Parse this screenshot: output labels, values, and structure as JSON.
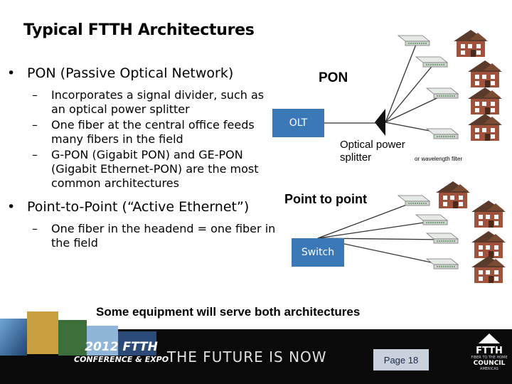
{
  "title": "Typical FTTH Architectures",
  "bullets": [
    {
      "text": "PON (Passive Optical Network)",
      "subs": [
        "Incorporates a signal divider, such as an optical power splitter",
        "One fiber at the central office feeds many fibers in the field",
        "G-PON (Gigabit PON) and GE-PON (Gigabit Ethernet-PON) are the most common architectures"
      ]
    },
    {
      "text": "Point-to-Point (“Active Ethernet”)",
      "subs": [
        "One fiber in the headend = one fiber in the field"
      ]
    }
  ],
  "diagram": {
    "pon_label": "PON",
    "olt_label": "OLT",
    "splitter_label": "Optical power splitter",
    "splitter_small": "or wavelength filter",
    "p2p_label": "Point to point",
    "switch_label": "Switch",
    "footer_note": "Some equipment will serve both architectures"
  },
  "footer": {
    "conference_line1": "2012 FTTH",
    "conference_line2": "CONFERENCE & EXPO",
    "tagline": "THE FUTURE IS NOW",
    "page": "Page 18",
    "council_big": "FTTH",
    "council_tiny": "FIBER TO THE HOME",
    "council_mid": "COUNCIL",
    "council_region": "AMERICAS"
  },
  "colors": {
    "box_blue": "#3a78b8",
    "fiber_line": "#333333",
    "footer_bg": "#0a0a0a"
  }
}
